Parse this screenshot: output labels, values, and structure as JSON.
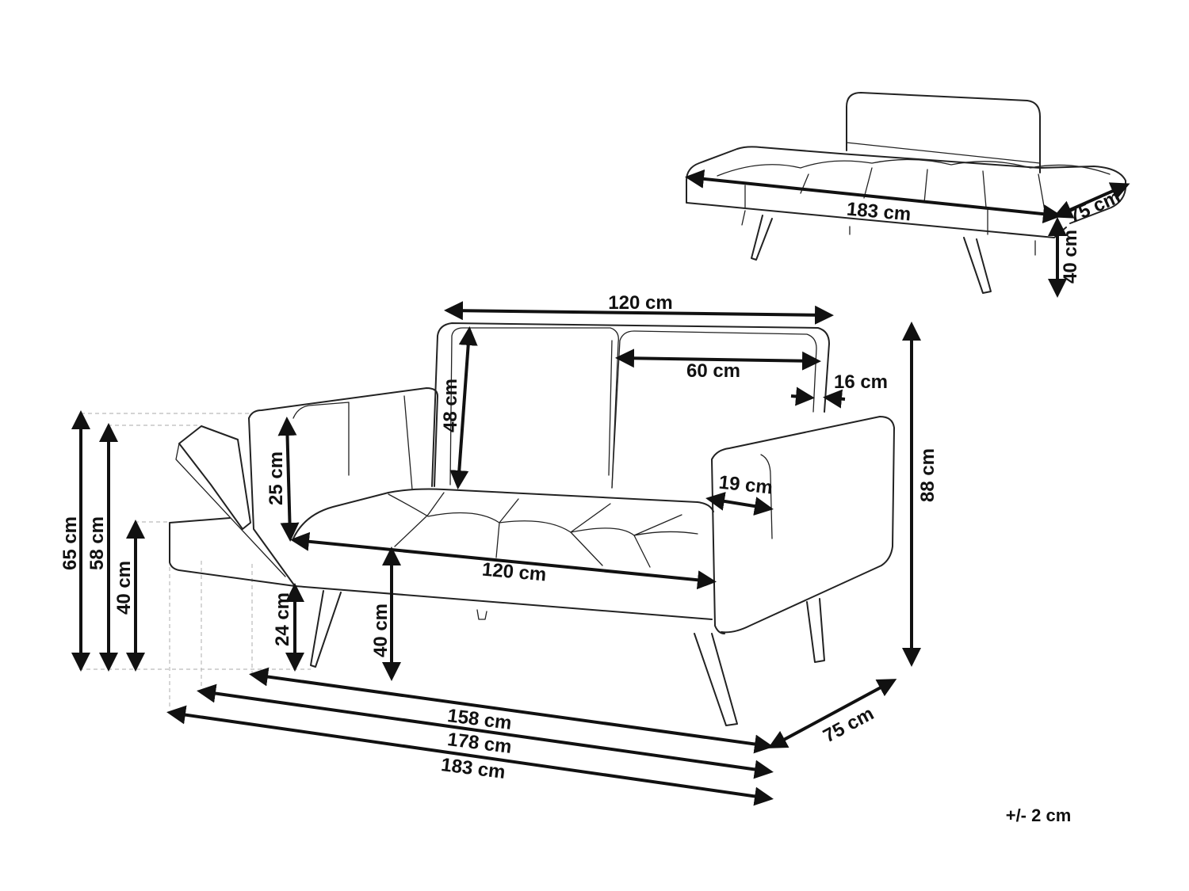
{
  "dimensions": {
    "bed_length": "183 cm",
    "bed_depth": "75 cm",
    "bed_height": "40 cm",
    "backrest_width": "120 cm",
    "cushion_width": "60 cm",
    "backrest_height": "48 cm",
    "backrest_thickness": "16 cm",
    "armrest_height": "25 cm",
    "armrest_width": "19 cm",
    "total_height": "88 cm",
    "seat_width": "120 cm",
    "seat_height": "40 cm",
    "leg_height": "24 cm",
    "arm_raised_height": "65 cm",
    "arm_flat_height": "58 cm",
    "arm_folded_height": "40 cm",
    "total_width": "158 cm",
    "width_arm_tilted": "178 cm",
    "width_arm_flat": "183 cm",
    "sofa_depth": "75 cm"
  },
  "tolerance": "+/- 2 cm"
}
